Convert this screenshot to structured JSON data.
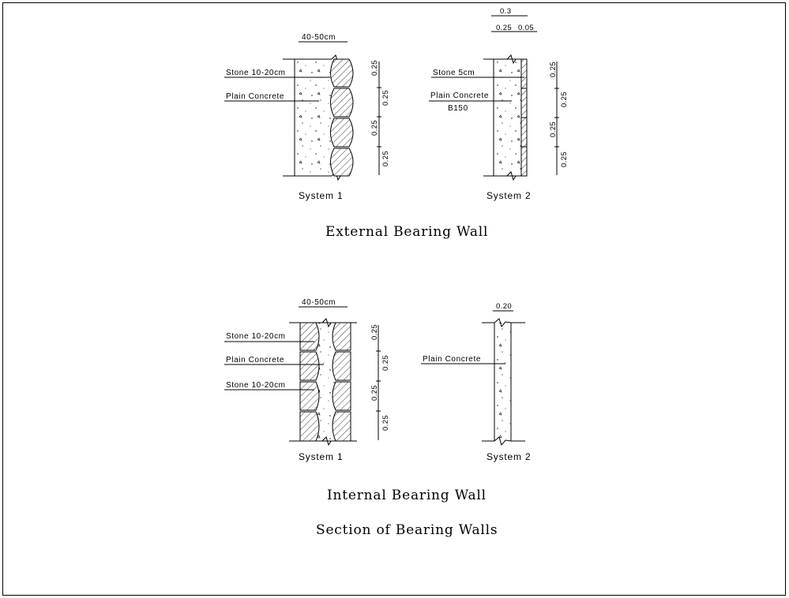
{
  "external": {
    "title": "External Bearing Wall",
    "system1": {
      "caption": "System 1",
      "width_label": "40-50cm",
      "stone_label": "Stone 10-20cm",
      "concrete_label": "Plain Concrete",
      "dims": [
        "0.25",
        "0.25",
        "0.25",
        "0.25"
      ]
    },
    "system2": {
      "caption": "System 2",
      "dim_top": "0.3",
      "dim_sub_a": "0.25",
      "dim_sub_b": "0.05",
      "stone_label": "Stone 5cm",
      "concrete_label": "Plain Concrete",
      "concrete_grade": "B150",
      "dims": [
        "0.25",
        "0.25",
        "0.25",
        "0.25"
      ]
    }
  },
  "internal": {
    "title": "Internal Bearing Wall",
    "system1": {
      "caption": "System 1",
      "width_label": "40-50cm",
      "stone_label_1": "Stone 10-20cm",
      "concrete_label": "Plain Concrete",
      "stone_label_2": "Stone 10-20cm",
      "dims": [
        "0.25",
        "0.25",
        "0.25",
        "0.25"
      ]
    },
    "system2": {
      "caption": "System 2",
      "width_label": "0.20",
      "concrete_label": "Plain Concrete"
    }
  },
  "sheet_title": "Section of Bearing Walls"
}
